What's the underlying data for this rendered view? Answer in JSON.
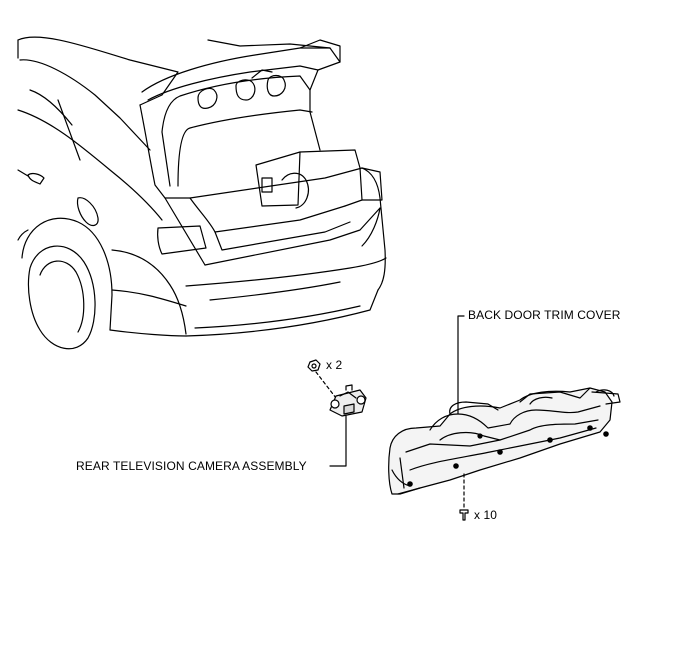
{
  "labels": {
    "trim_cover": "BACK DOOR TRIM COVER",
    "camera": "REAR TELEVISION CAMERA ASSEMBLY",
    "nut_qty": "x 2",
    "clip_qty": "x 10"
  },
  "colors": {
    "line": "#000000",
    "paper": "#ffffff",
    "part_fill": "#f2f2f2",
    "part_shade": "#d6d6d6"
  },
  "icons": [
    "nut-icon",
    "clip-icon"
  ]
}
